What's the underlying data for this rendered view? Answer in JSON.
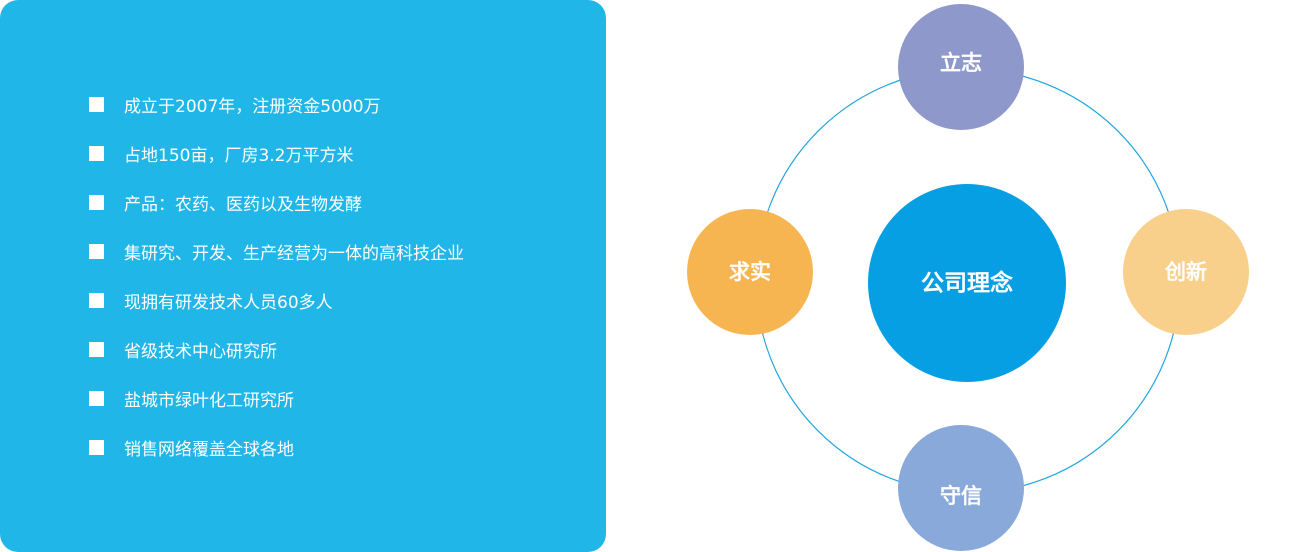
{
  "facts": [
    "成立于2007年，注册资金5000万",
    "占地150亩，厂房3.2万平方米",
    "产品：农药、医药以及生物发酵",
    "集研究、开发、生产经营为一体的高科技企业",
    "现拥有研发技术人员60多人",
    "省级技术中心研究所",
    "盐城市绿叶化工研究所",
    "销售网络覆盖全球各地"
  ],
  "philosophy": {
    "center": "公司理念",
    "top": "立志",
    "right": "创新",
    "bottom": "守信",
    "left": "求实"
  },
  "colors": {
    "panel": "#20b6e8",
    "center": "#069fe3",
    "top": "#8e98cb",
    "right": "#f9cf8c",
    "bottom": "#88a9d9",
    "left": "#f7b552",
    "ring": "#1fa6df"
  }
}
